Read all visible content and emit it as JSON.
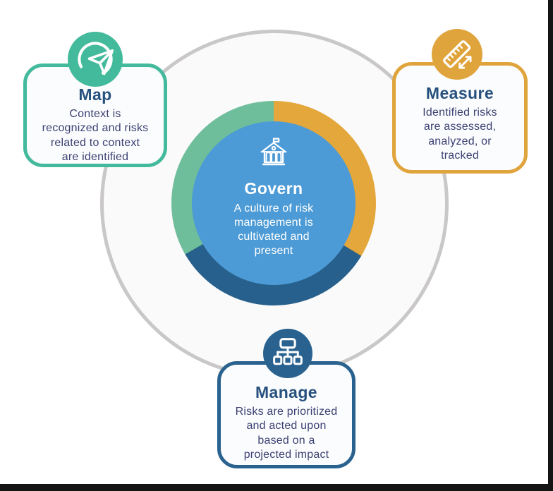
{
  "diagram": {
    "kind": "risk-management-framework-wheel",
    "outer_circle": {
      "stroke_color": "#c9c7c7",
      "fill_color": "#fafafa"
    }
  },
  "center": {
    "title": "Govern",
    "body": "A culture of risk management is cultivated and present",
    "body_lines": [
      "A culture of risk",
      "management is",
      "cultivated and",
      "present"
    ],
    "icon": "government-building-icon",
    "circle_color": "#4d9bd6",
    "ring_segments": [
      {
        "name": "measure",
        "color": "#e4a73b",
        "from_deg": 0,
        "to_deg": 121
      },
      {
        "name": "manage",
        "color": "#27608c",
        "from_deg": 121,
        "to_deg": 240
      },
      {
        "name": "map",
        "color": "#6fbe9b",
        "from_deg": 240,
        "to_deg": 360
      }
    ]
  },
  "cards": [
    {
      "id": "map",
      "title": "Map",
      "body": "Context is recognized and risks related to context are identified",
      "body_lines": [
        "Context is",
        "recognized and risks",
        "related to context",
        "are identified"
      ],
      "accent_color": "#44ba9c",
      "icon": "paper-plane-icon"
    },
    {
      "id": "measure",
      "title": "Measure",
      "body": "Identified risks are assessed, analyzed, or tracked",
      "body_lines": [
        "Identified risks",
        "are assessed,",
        "analyzed, or",
        "tracked"
      ],
      "accent_color": "#e0a43c",
      "icon": "ruler-icon"
    },
    {
      "id": "manage",
      "title": "Manage",
      "body": "Risks are prioritized and acted upon based on a projected impact",
      "body_lines": [
        "Risks are prioritized",
        "and acted upon",
        "based on a",
        "projected impact"
      ],
      "accent_color": "#2a628f",
      "icon": "org-chart-icon"
    }
  ],
  "text_colors": {
    "card_title": "#26517e",
    "card_body": "#3c4173",
    "center_text": "#ffffff"
  },
  "frame": {
    "edge_color": "#141414"
  }
}
